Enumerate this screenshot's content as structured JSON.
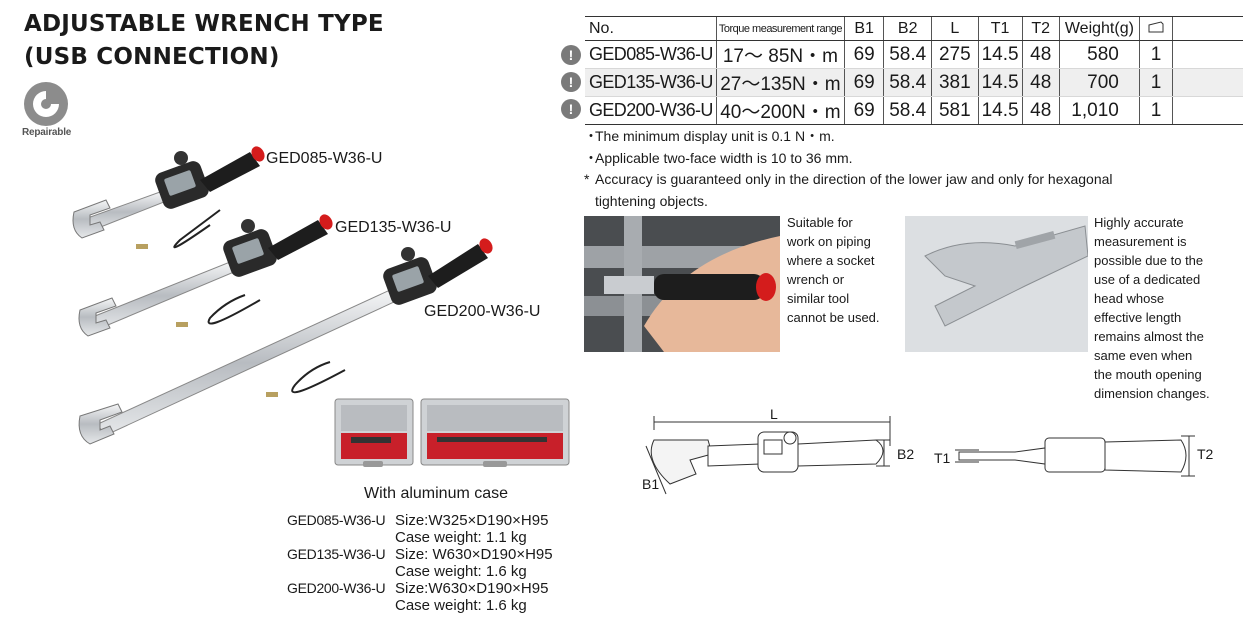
{
  "header": {
    "title_line1": "ADJUSTABLE WRENCH TYPE",
    "title_line2": "(USB CONNECTION)",
    "badge_label": "Repairable"
  },
  "products": {
    "label_1": "GED085-W36-U",
    "label_2": "GED135-W36-U",
    "label_3": "GED200-W36-U"
  },
  "case": {
    "caption": "With aluminum case",
    "items": [
      {
        "model": "GED085-W36-U",
        "size": "Size:W325×D190×H95",
        "weight": "Case weight: 1.1 kg"
      },
      {
        "model": "GED135-W36-U",
        "size": "Size: W630×D190×H95",
        "weight": "Case weight: 1.6 kg"
      },
      {
        "model": "GED200-W36-U",
        "size": "Size:W630×D190×H95",
        "weight": "Case weight: 1.6 kg"
      }
    ]
  },
  "spec_table": {
    "headers": [
      "No.",
      "Torque measurement range",
      "B1",
      "B2",
      "L",
      "T1",
      "T2",
      "Weight(g)",
      "box-icon"
    ],
    "rows": [
      [
        "GED085-W36-U",
        "17～ 85N・m",
        "69",
        "58.4",
        "275",
        "14.5",
        "48",
        "580",
        "1"
      ],
      [
        "GED135-W36-U",
        "27～135N・m",
        "69",
        "58.4",
        "381",
        "14.5",
        "48",
        "700",
        "1"
      ],
      [
        "GED200-W36-U",
        "40～200N・m",
        "69",
        "58.4",
        "581",
        "14.5",
        "48",
        "1,010",
        "1"
      ]
    ]
  },
  "notes": [
    {
      "mark": "・",
      "text": "The minimum display unit is 0.1 N・m."
    },
    {
      "mark": "・",
      "text": "Applicable two-face width is 10 to 36 mm."
    },
    {
      "mark": "*",
      "text": "Accuracy is guaranteed only in the direction of the lower jaw and only for hexagonal tightening objects."
    }
  ],
  "features": {
    "feature_1": [
      "Suitable for",
      "work on piping",
      "where a socket",
      "wrench or",
      "similar tool",
      "cannot be used."
    ],
    "feature_2": [
      "Highly accurate",
      "measurement is",
      "possible due to the",
      "use of a dedicated",
      "head whose",
      "effective length",
      "remains almost the",
      "same even when",
      "the mouth opening",
      "dimension changes."
    ]
  },
  "dimensions": {
    "L": "L",
    "B1": "B1",
    "B2": "B2",
    "T1": "T1",
    "T2": "T2"
  },
  "colors": {
    "grip_red": "#d41c1c",
    "grip_black": "#1d1d1d",
    "chrome": "#c9ccd0",
    "case_red": "#c8202a"
  }
}
